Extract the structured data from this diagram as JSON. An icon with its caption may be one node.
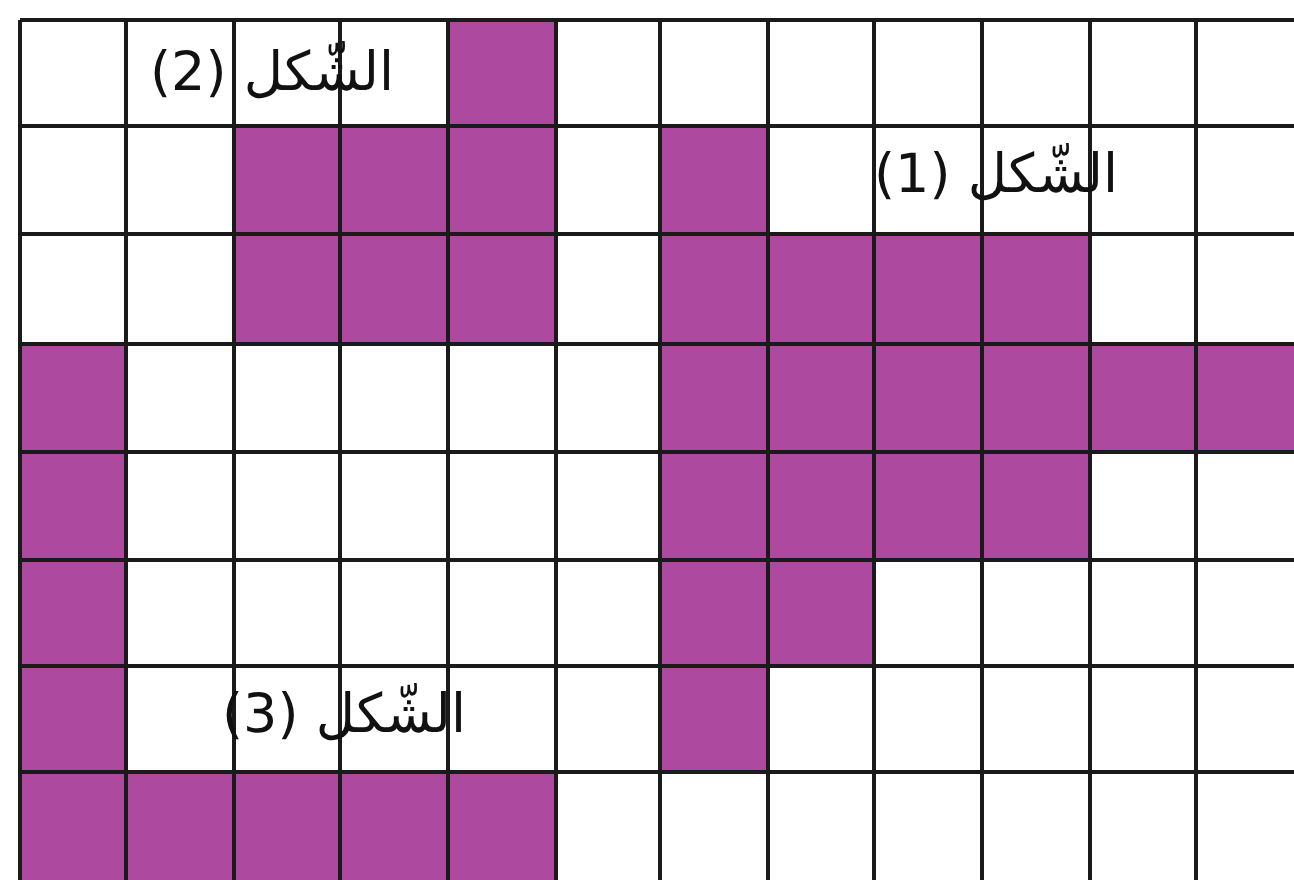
{
  "diagram": {
    "labels": [
      "الشّكل (2)",
      "الشّكل (1)",
      "الشّكل (3)"
    ]
  }
}
